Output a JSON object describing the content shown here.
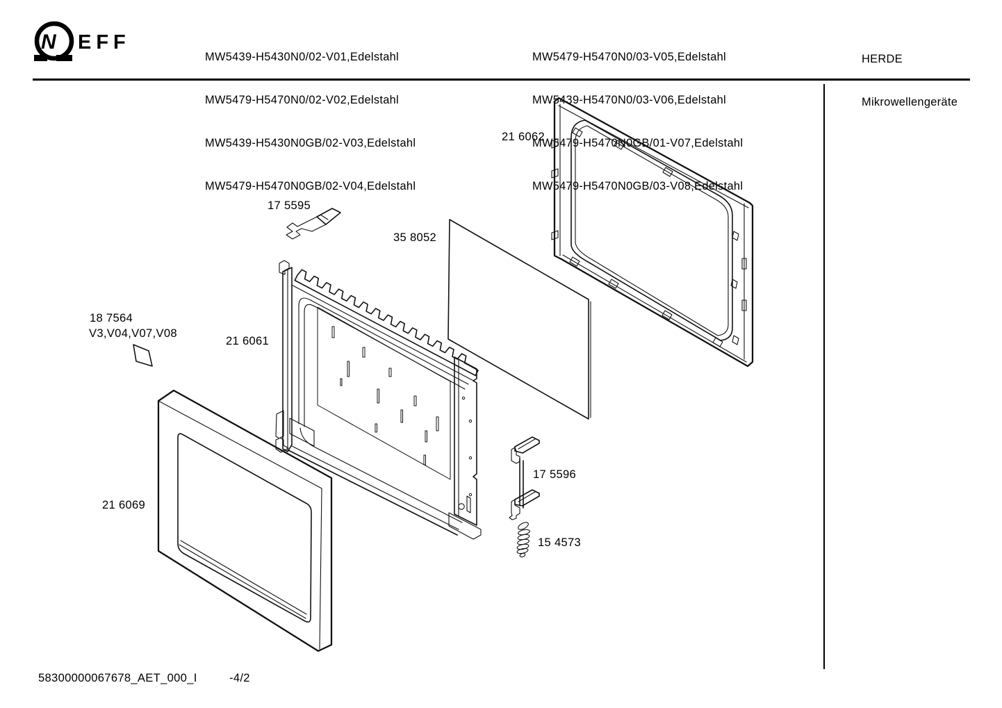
{
  "header": {
    "logo": {
      "n": "N",
      "rest": "EFF"
    },
    "models_left": [
      "MW5439-H5430N0/02-V01,Edelstahl",
      "MW5479-H5470N0/02-V02,Edelstahl",
      "MW5439-H5430N0GB/02-V03,Edelstahl",
      "MW5479-H5470N0GB/02-V04,Edelstahl"
    ],
    "models_right": [
      "MW5479-H5470N0/03-V05,Edelstahl",
      "MW5439-H5470N0/03-V06,Edelstahl",
      "MW5479-H5470N0GB/01-V07,Edelstahl",
      "MW5479-H5470N0GB/03-V08,Edelstahl"
    ],
    "category": "HERDE",
    "subcategory": "Mikrowellengeräte"
  },
  "parts": {
    "rear_frame": "21 6062",
    "clip": "17 5595",
    "glass": "35 8052",
    "mesh_frame": "21 6061",
    "pad": "18 7564",
    "pad_variants": "V3,V04,V07,V08",
    "outer_frame": "21 6069",
    "handle": "17 5596",
    "screw": "15 4573"
  },
  "footer": {
    "document_id": "58300000067678_AET_000_I",
    "page": "-4/2"
  }
}
